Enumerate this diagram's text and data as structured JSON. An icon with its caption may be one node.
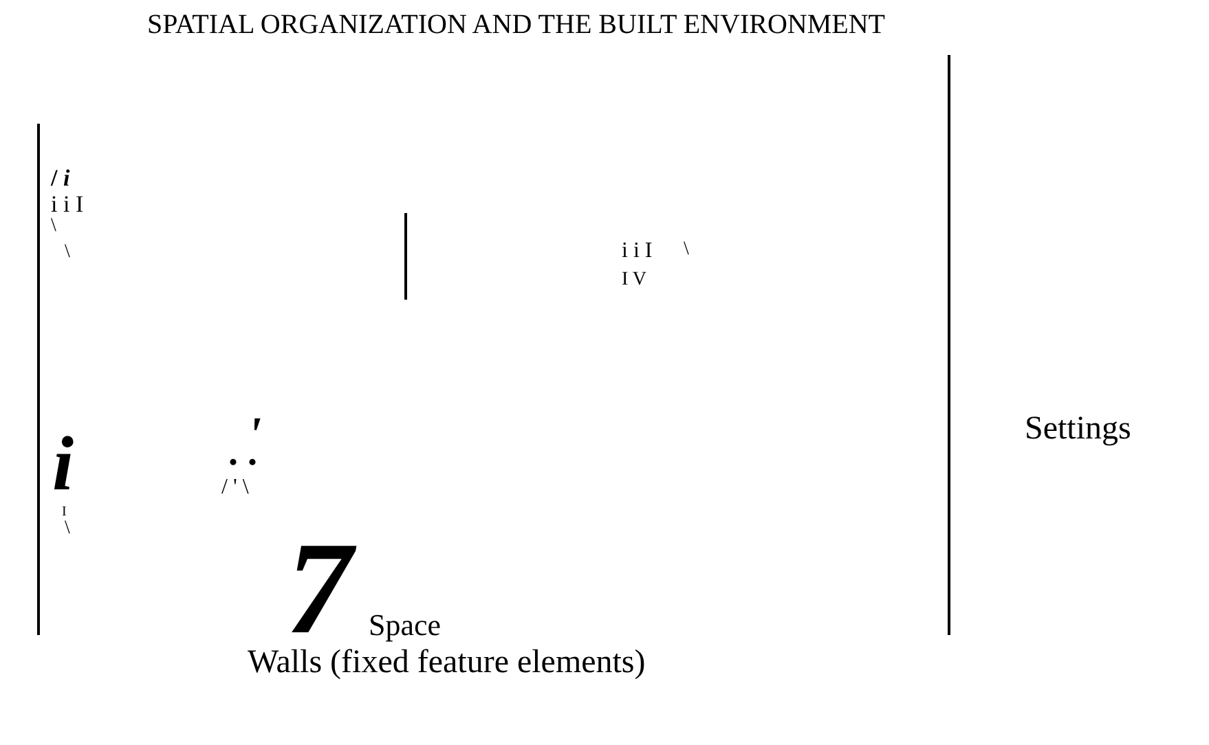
{
  "diagram": {
    "title": "SPATIAL ORGANIZATION AND THE BUILT ENVIRONMENT",
    "labels": [
      "/ *i*",
      "i i I",
      "\\",
      "\\",
      "i i I",
      "\\",
      "I V",
      "i",
      "I",
      "\\",
      "'",
      ". .",
      "/ ' \\",
      "Settings",
      "7",
      "Space",
      "Walls (fixed feature elements)"
    ]
  }
}
